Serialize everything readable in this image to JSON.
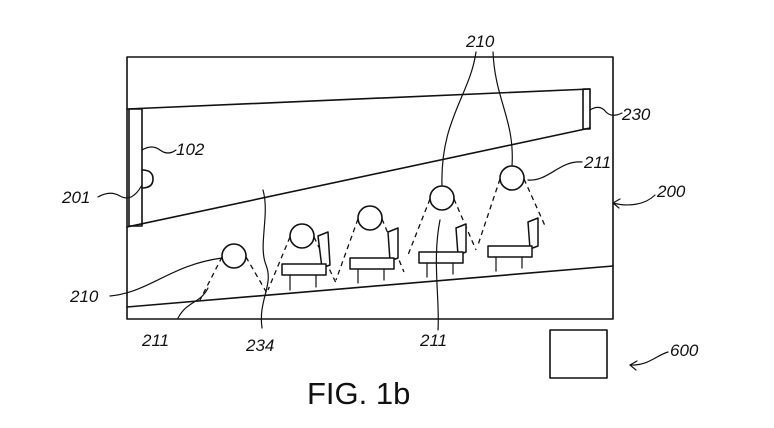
{
  "figure": {
    "caption": "FIG. 1b",
    "refs": {
      "r210_top": "210",
      "r230": "230",
      "r102": "102",
      "r211_right": "211",
      "r200": "200",
      "r201": "201",
      "r210_left": "210",
      "r211_bottom_left": "211",
      "r234": "234",
      "r211_bottom_mid": "211",
      "r600": "600"
    }
  }
}
